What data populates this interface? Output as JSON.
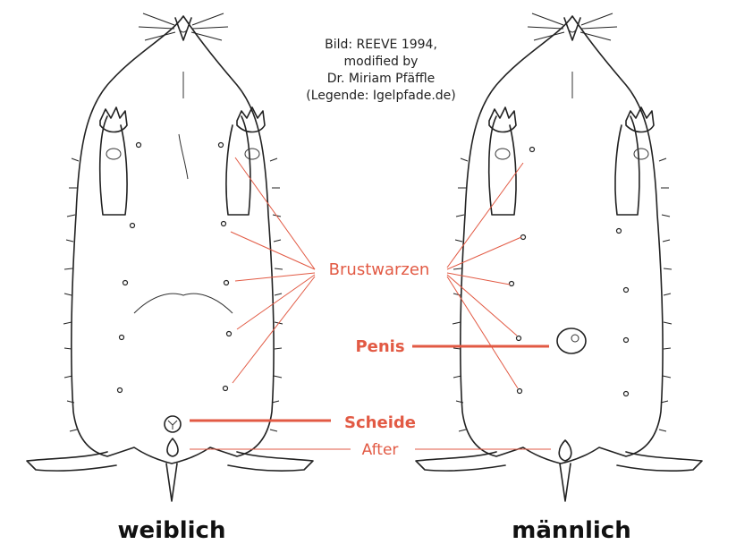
{
  "credit": {
    "line1": "Bild: REEVE 1994,",
    "line2": "modified by",
    "line3": "Dr. Miriam Pfäffle",
    "line4": "(Legende: Igelpfade.de)"
  },
  "labels": {
    "nipples": "Brustwarzen",
    "penis": "Penis",
    "vagina": "Scheide",
    "anus": "After"
  },
  "captions": {
    "female": "weiblich",
    "male": "männlich"
  },
  "colors": {
    "accent": "#e25a44",
    "ink": "#222222"
  }
}
